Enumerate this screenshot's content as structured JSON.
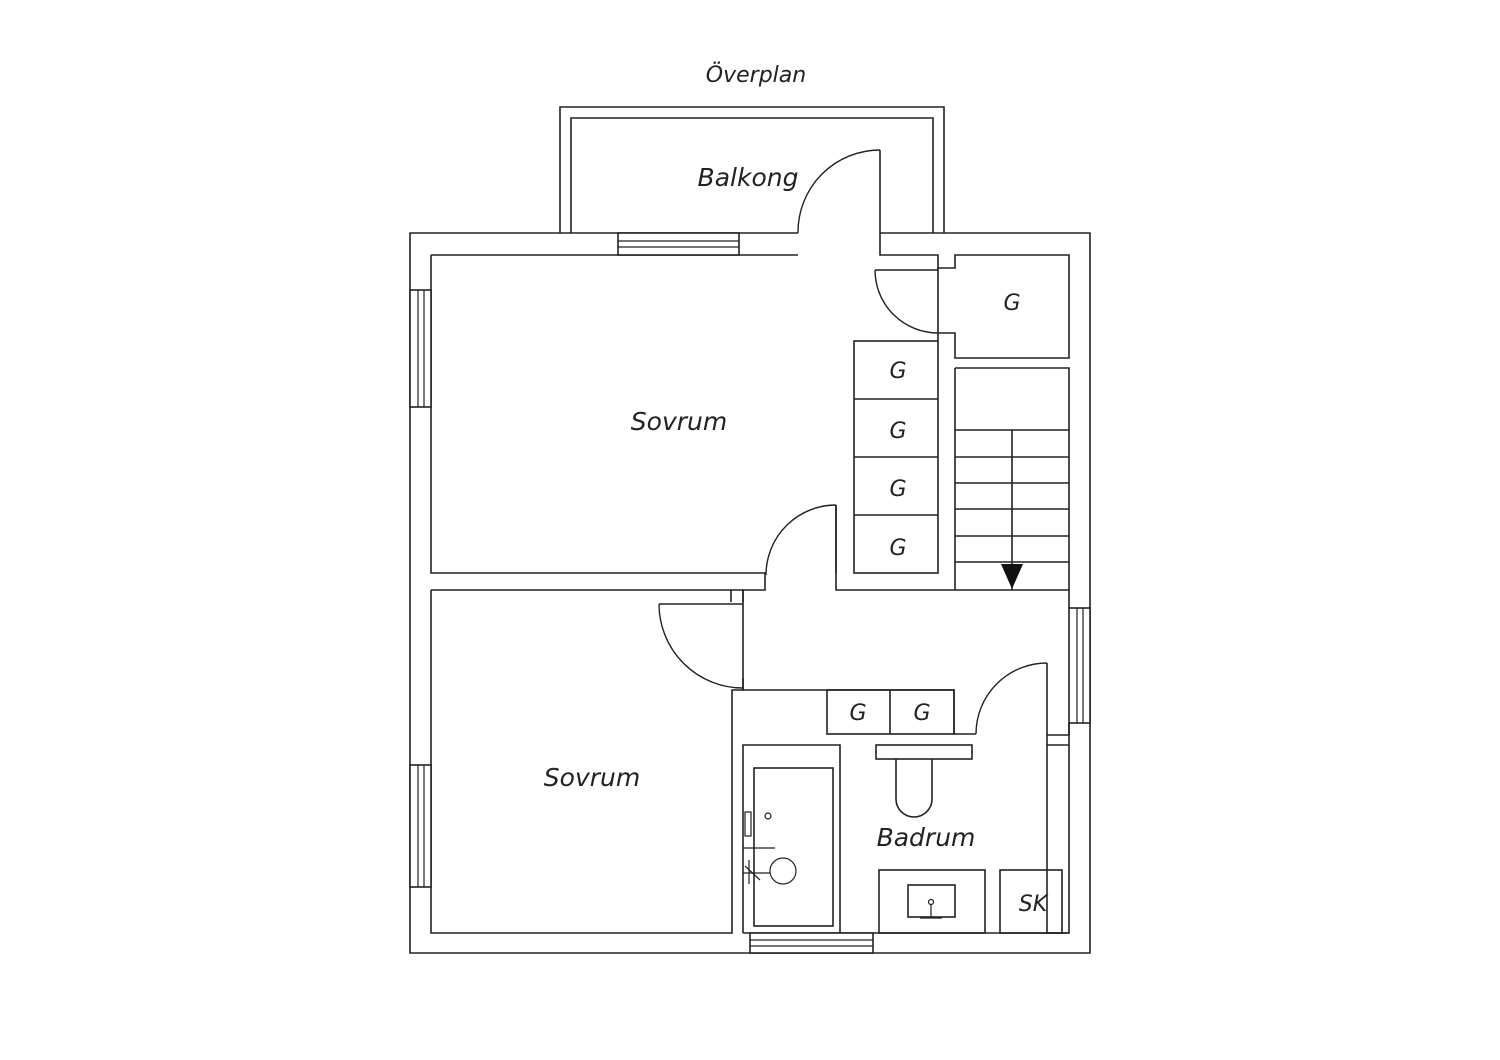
{
  "plan": {
    "title": "Överplan",
    "rooms": {
      "balcony": "Balkong",
      "bedroom_upper": "Sovrum",
      "bedroom_lower": "Sovrum",
      "bathroom": "Badrum"
    },
    "storage": {
      "closet_top": "G",
      "wardrobe_1": "G",
      "wardrobe_2": "G",
      "wardrobe_3": "G",
      "wardrobe_4": "G",
      "hall_cabinet_1": "G",
      "hall_cabinet_2": "G",
      "sk_cabinet": "SK"
    },
    "icons": [
      "stair-arrow-icon",
      "shower-icon",
      "toilet-icon",
      "sink-icon"
    ],
    "colors": {
      "line": "#222222",
      "background": "#ffffff"
    }
  }
}
